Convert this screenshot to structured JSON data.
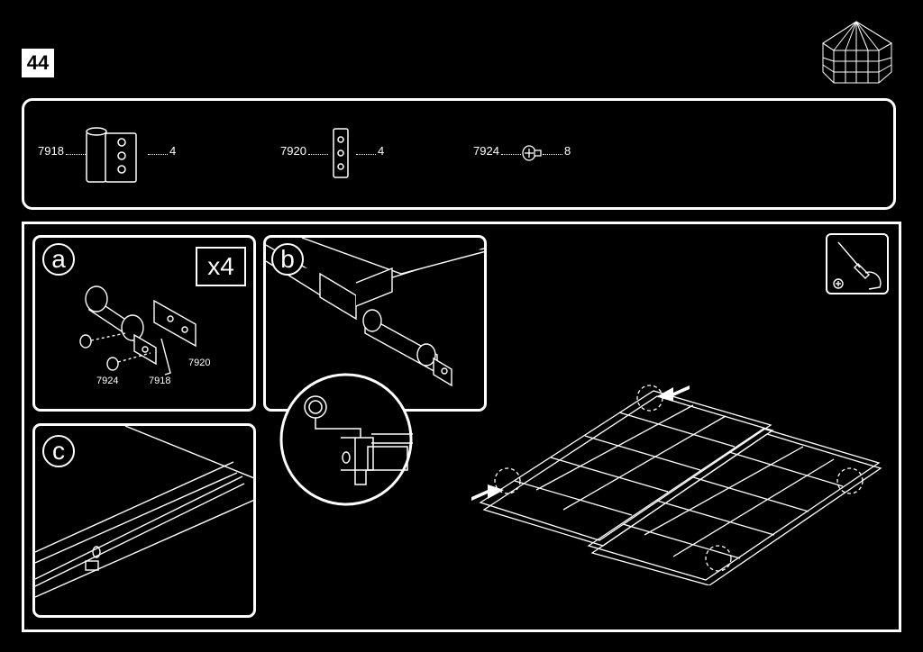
{
  "step": {
    "number": "44"
  },
  "parts": [
    {
      "code": "7918",
      "qty": "4",
      "icon": "hinge-icon"
    },
    {
      "code": "7920",
      "qty": "4",
      "icon": "plate-icon"
    },
    {
      "code": "7924",
      "qty": "8",
      "icon": "screw-icon"
    }
  ],
  "panels": {
    "a": {
      "letter": "a",
      "multiplier": "x4",
      "labels": [
        "7920",
        "7924",
        "7918"
      ]
    },
    "b": {
      "letter": "b"
    },
    "c": {
      "letter": "c"
    }
  },
  "tool": {
    "icon": "screwdriver-icon"
  }
}
